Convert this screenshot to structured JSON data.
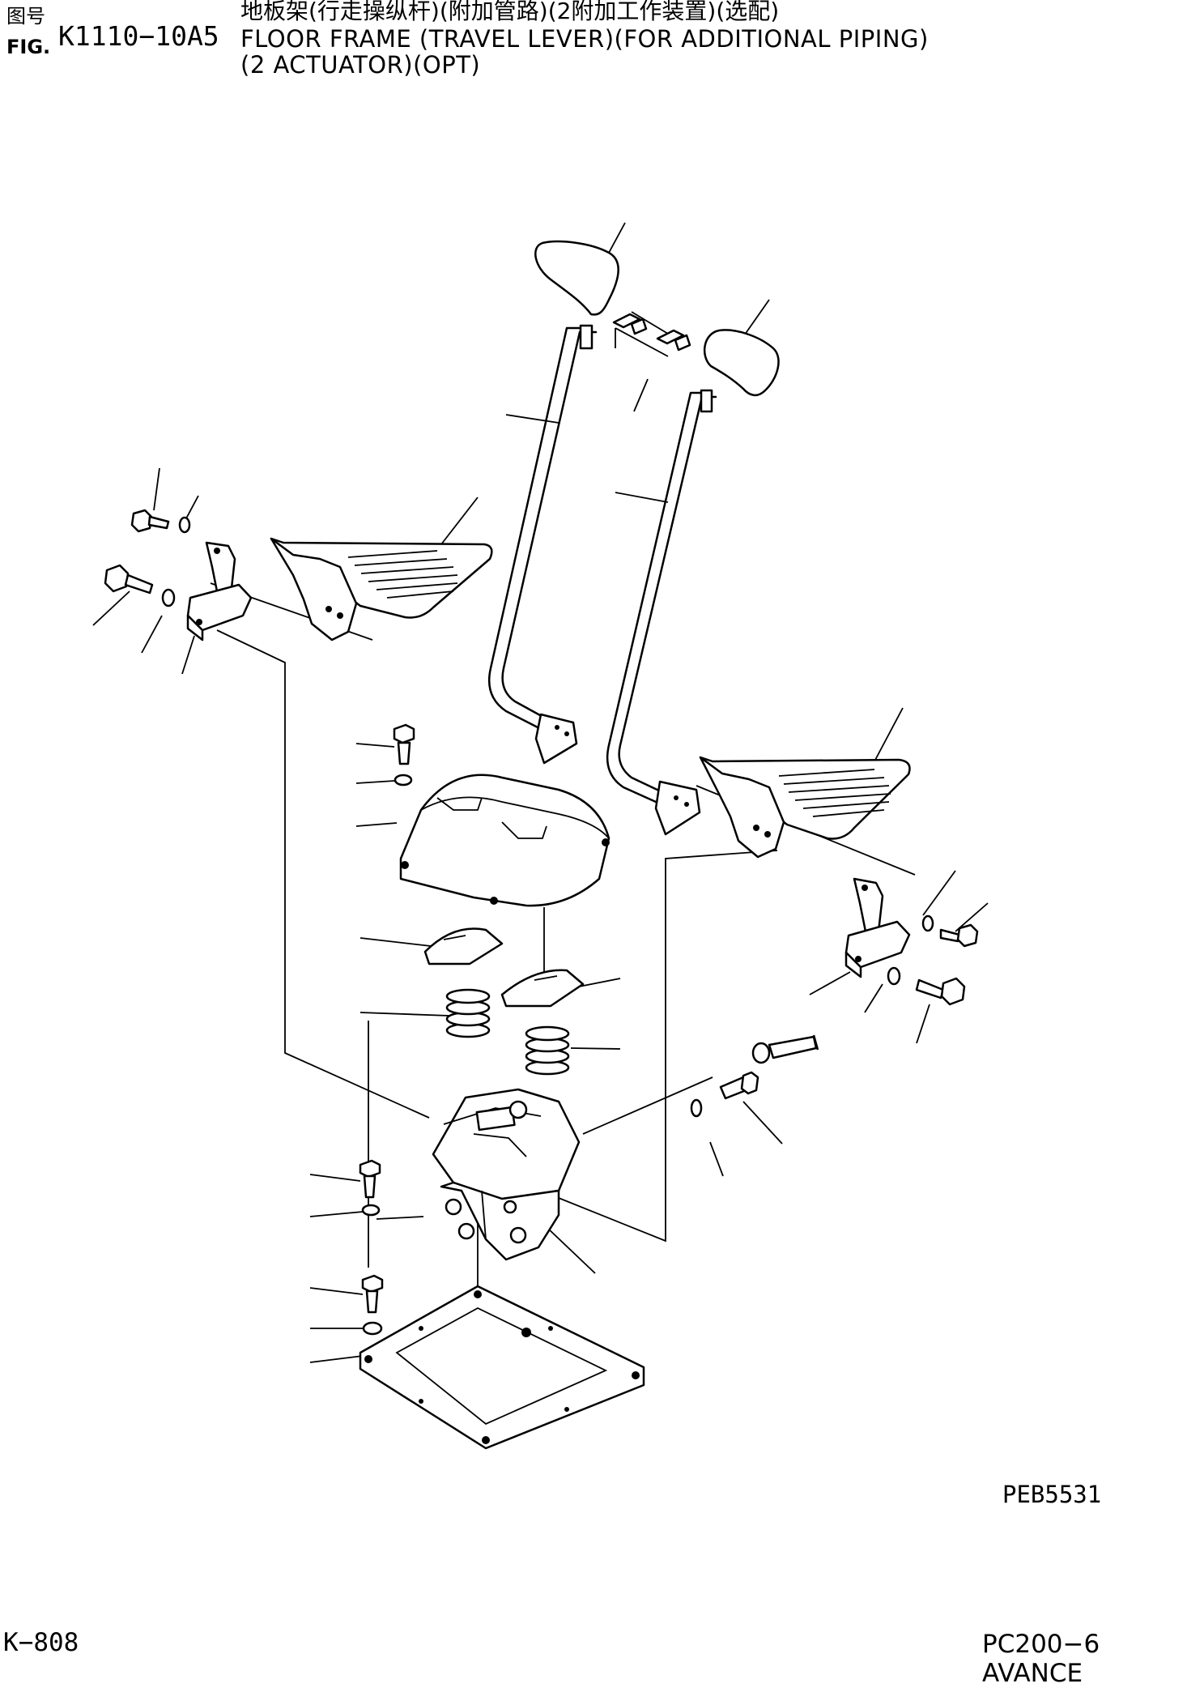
{
  "header": {
    "fig_label_cn": "图号",
    "fig_label_en": "FIG.",
    "fig_code": "K1110−10A5",
    "title_cn": "地板架(行走操纵杆)(附加管路)(2附加工作装置)(选配)",
    "title_en_line1": "FLOOR FRAME (TRAVEL LEVER)(FOR ADDITIONAL PIPING)",
    "title_en_line2": "(2 ACTUATOR)(OPT)"
  },
  "drawing_code": "PEB5531",
  "footer": {
    "page_number": "K−808",
    "model": "PC200−6 AVANCE"
  }
}
